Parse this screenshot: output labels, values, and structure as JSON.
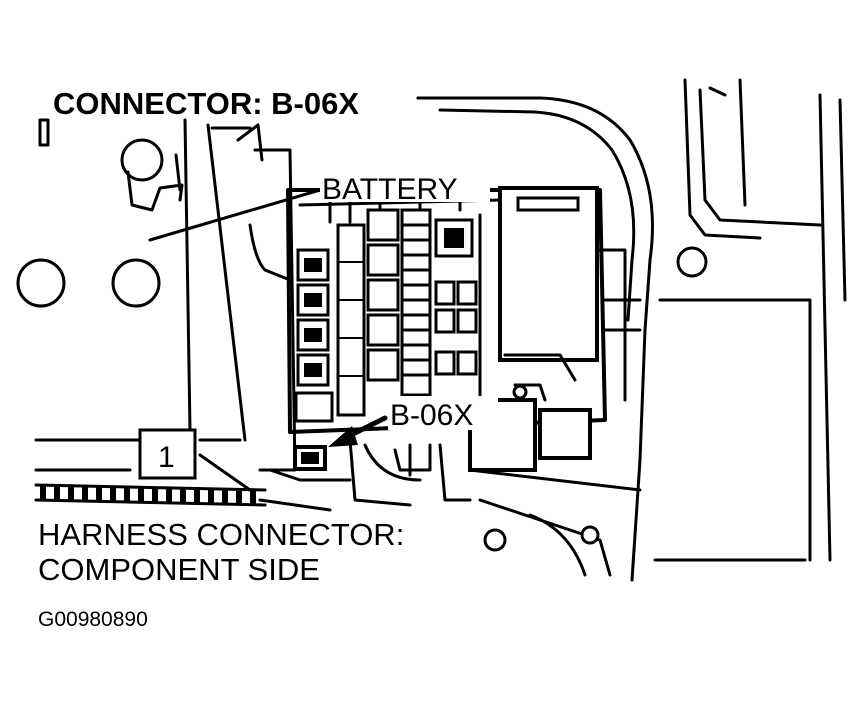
{
  "diagram": {
    "title": "CONNECTOR: B-06X",
    "callouts": {
      "battery": "BATTERY",
      "connector": "B-06X",
      "number_box": "1"
    },
    "caption": {
      "line1": "HARNESS CONNECTOR:",
      "line2": "COMPONENT SIDE"
    },
    "figure_id": "G00980890"
  }
}
